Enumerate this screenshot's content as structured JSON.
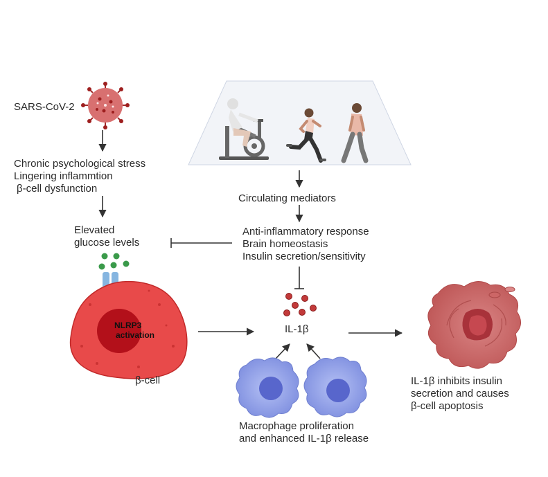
{
  "virus": {
    "label": "SARS-CoV-2"
  },
  "stressors": {
    "lines": [
      "Chronic psychological stress",
      "Lingering inflammtion",
      "β-cell dysfunction"
    ]
  },
  "glucose": {
    "lines": [
      "Elevated",
      "glucose levels"
    ]
  },
  "beta_cell": {
    "activation_lines": [
      "NLRP3",
      "activation"
    ],
    "label": "β-cell"
  },
  "exercise": {
    "mediators": "Circulating mediators"
  },
  "effects": {
    "lines": [
      "Anti-inflammatory response",
      "Brain homeostasis",
      "Insulin secretion/sensitivity"
    ]
  },
  "il1b": {
    "label": "IL-1β"
  },
  "macrophage": {
    "lines": [
      "Macrophage proliferation",
      "and enhanced IL-1β release"
    ]
  },
  "apoptosis": {
    "lines": [
      "IL-1β inhibits insulin",
      "secretion and causes",
      "β-cell apoptosis"
    ]
  },
  "colors": {
    "arrow": "#333333",
    "beta_cell_fill": "#e84a4a",
    "nucleus": "#b3101a",
    "il1b_dot": "#c23a3a",
    "glucose_dot": "#3a9a4a",
    "macrophage": "#8a9ae0",
    "apoptotic_cell": "#c56060"
  }
}
